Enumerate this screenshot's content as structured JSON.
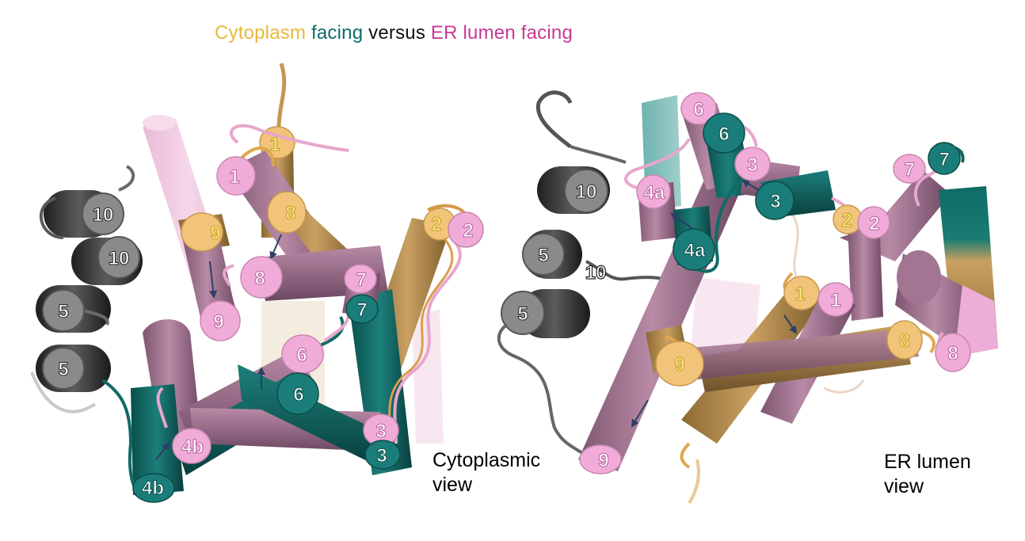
{
  "title": {
    "part1": "Cytoplasm",
    "part2": "facing",
    "part3": "versus",
    "part4": "ER lumen",
    "part5": "facing",
    "colors": {
      "part1": "#e8b83c",
      "part2": "#0f6b67",
      "part3": "#111111",
      "part4": "#c63a93",
      "part5": "#c63a93"
    }
  },
  "colors": {
    "cytoplasm": "#e4ae58",
    "cytoplasm_light": "#f3c77f",
    "teal": "#0f6b67",
    "teal_light": "#2f8f8b",
    "mauve": "#a87a95",
    "mauve_light": "#e8a9cf",
    "pink_cap": "#f0abd8",
    "grey": "#3c3c3c",
    "grey_light": "#8c8c8c"
  },
  "left_view": {
    "line1": "Cytoplasmic",
    "line2": "view",
    "helix_labels": {
      "h1y": "1",
      "h1p": "1",
      "h8y": "8",
      "h9y": "9",
      "h2y": "2",
      "h2p": "2",
      "h8p": "8",
      "h9p": "9",
      "h7p": "7",
      "h7t": "7",
      "h6p": "6",
      "h6t": "6",
      "h3p": "3",
      "h3t": "3",
      "h4bp": "4b",
      "h4bt": "4b",
      "h10a": "10",
      "h10b": "10",
      "h5a": "5",
      "h5b": "5"
    }
  },
  "right_view": {
    "line1": "ER lumen",
    "line2": "view",
    "helix_labels": {
      "h6p": "6",
      "h6t": "6",
      "h3p": "3",
      "h3t": "3",
      "h7p": "7",
      "h7t": "7",
      "h4ap": "4a",
      "h4at": "4a",
      "h2y": "2",
      "h2p": "2",
      "h1y": "1",
      "h1p": "1",
      "h8y": "8",
      "h8p": "8",
      "h9y": "9",
      "h9p": "9",
      "h10": "10",
      "h10b": "10",
      "h5a": "5",
      "h5b": "5"
    }
  }
}
